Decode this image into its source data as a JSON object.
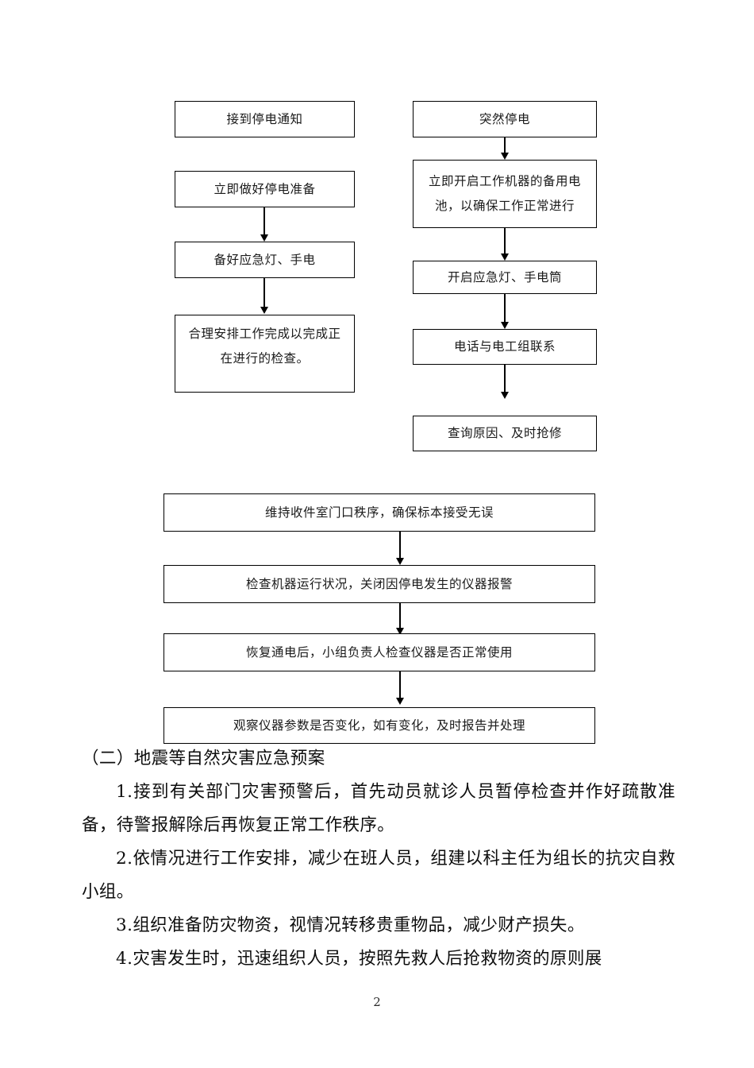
{
  "document": {
    "page_number": "2"
  },
  "flowchart": {
    "left_column": [
      {
        "id": "notice-received",
        "text": "接到停电通知"
      },
      {
        "id": "prepare-outage",
        "text": "立即做好停电准备"
      },
      {
        "id": "prepare-lamps",
        "text": "备好应急灯、手电"
      },
      {
        "id": "arrange-work",
        "text": "合理安排工作完成以完成正\n在进行的检查。"
      }
    ],
    "right_column": [
      {
        "id": "sudden-outage",
        "text": "突然停电"
      },
      {
        "id": "start-backup-battery",
        "text": "立即开启工作机器的备用电\n池，以确保工作正常进行"
      },
      {
        "id": "turn-on-lamps",
        "text": "开启应急灯、手电筒"
      },
      {
        "id": "call-electricians",
        "text": "电话与电工组联系"
      },
      {
        "id": "investigate-repair",
        "text": "查询原因、及时抢修"
      }
    ],
    "wide_column": [
      {
        "id": "maintain-order",
        "text": "维持收件室门口秩序，确保标本接受无误"
      },
      {
        "id": "check-machines",
        "text": "检查机器运行状况，关闭因停电发生的仪器报警"
      },
      {
        "id": "after-power-restored",
        "text": "恢复通电后，小组负责人检查仪器是否正常使用"
      },
      {
        "id": "observe-parameters",
        "text": "观察仪器参数是否变化，如有变化，及时报告并处理"
      }
    ]
  },
  "body": {
    "heading": "（二）地震等自然灾害应急预案",
    "paragraphs": [
      "1.接到有关部门灾害预警后，首先动员就诊人员暂停检查并作好疏散准备，待警报解除后再恢复正常工作秩序。",
      "2.依情况进行工作安排，减少在班人员，组建以科主任为组长的抗灾自救小组。",
      "3.组织准备防灾物资，视情况转移贵重物品，减少财产损失。",
      "4.灾害发生时，迅速组织人员，按照先救人后抢救物资的原则展"
    ]
  }
}
